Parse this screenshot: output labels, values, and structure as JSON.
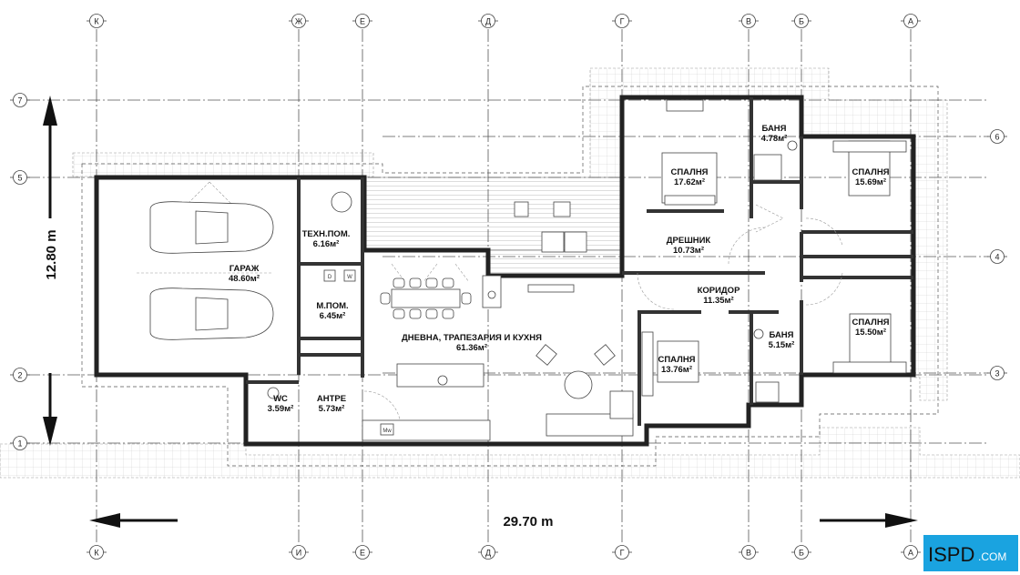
{
  "plan": {
    "axes_top": [
      "К",
      "Ж",
      "Е",
      "Д",
      "Г",
      "В",
      "Б",
      "А"
    ],
    "axes_bottom": [
      "К",
      "И",
      "Е",
      "Д",
      "Г",
      "В",
      "Б",
      "А"
    ],
    "axes_left": [
      "7",
      "5",
      "2",
      "1"
    ],
    "axes_right": [
      "6",
      "4",
      "3"
    ],
    "dimension_height": "12.80 m",
    "dimension_width": "29.70 m",
    "rooms": [
      {
        "name": "ТЕХН.ПОМ.",
        "area": "6.16м²"
      },
      {
        "name": "ГАРАЖ",
        "area": "48.60м²"
      },
      {
        "name": "М.ПОМ.",
        "area": "6.45м²"
      },
      {
        "name": "WC",
        "area": "3.59м²"
      },
      {
        "name": "АНТРЕ",
        "area": "5.73м²"
      },
      {
        "name": "ДНЕВНА, ТРАПЕЗАРИЯ И КУХНЯ",
        "area": "61.36м²"
      },
      {
        "name": "СПАЛНЯ",
        "area": "17.62м²"
      },
      {
        "name": "ДРЕШНИК",
        "area": "10.73м²"
      },
      {
        "name": "БАНЯ",
        "area": "4.78м²"
      },
      {
        "name": "СПАЛНЯ",
        "area": "15.69м²"
      },
      {
        "name": "КОРИДОР",
        "area": "11.35м²"
      },
      {
        "name": "СПАЛНЯ",
        "area": "13.76м²"
      },
      {
        "name": "БАНЯ",
        "area": "5.15м²"
      },
      {
        "name": "СПАЛНЯ",
        "area": "15.50м²"
      }
    ],
    "appliances": {
      "microwave": "Mw",
      "dryer": "D",
      "washer": "W"
    }
  },
  "logo": {
    "text": "ISPD",
    "suffix": ".COM",
    "color": "#1aa3e0"
  }
}
